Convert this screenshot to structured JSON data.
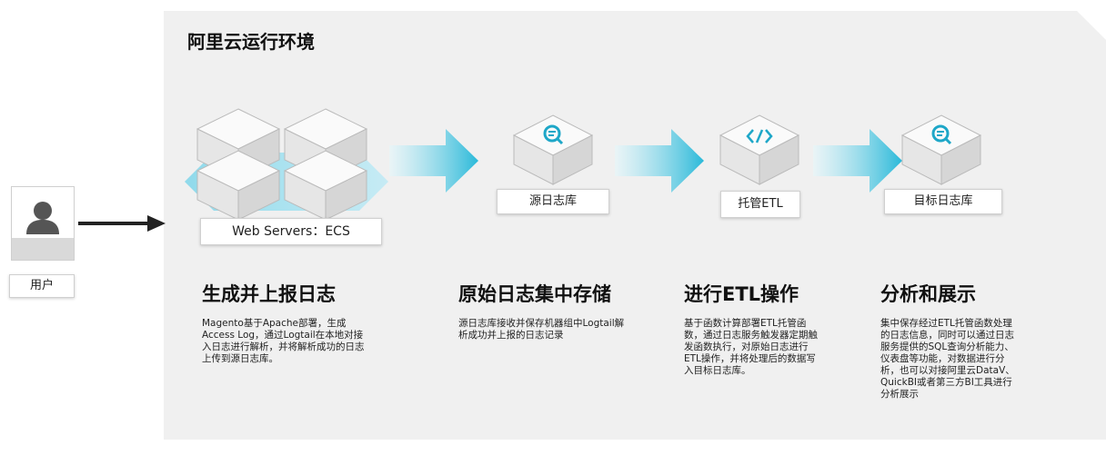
{
  "panel": {
    "title": "阿里云运行环境"
  },
  "user": {
    "label": "用户"
  },
  "web_servers": {
    "label": "Web Servers：ECS"
  },
  "nodes": [
    {
      "label": "源日志库",
      "icon": "search-icon"
    },
    {
      "label": "托管ETL",
      "icon": "etl-icon"
    },
    {
      "label": "目标日志库",
      "icon": "search-icon"
    }
  ],
  "steps": [
    {
      "heading": "生成并上报日志",
      "desc": [
        "Magento基于Apache部署，生成",
        "Access Log，通过Logtail在本地对接",
        "入日志进行解析，并将解析成功的日志",
        "上传到源日志库。"
      ]
    },
    {
      "heading": "原始日志集中存储",
      "desc": [
        "源日志库接收并保存机器组中Logtail解",
        "析成功并上报的日志记录"
      ]
    },
    {
      "heading": "进行ETL操作",
      "desc": [
        "基于函数计算部署ETL托管函",
        "数，通过日志服务触发器定期触",
        "发函数执行，对原始日志进行",
        "ETL操作，并将处理后的数据写",
        "入目标日志库。"
      ]
    },
    {
      "heading": "分析和展示",
      "desc": [
        "集中保存经过ETL托管函数处理",
        "的日志信息，同时可以通过日志",
        "服务提供的SQL查询分析能力、",
        "仪表盘等功能，对数据进行分",
        "析，也可以对接阿里云DataV、",
        "QuickBI或者第三方BI工具进行",
        "分析展示"
      ]
    }
  ],
  "colors": {
    "accent": "#1ea7c8",
    "arrow_light": "#bfe9f4",
    "arrow_dark": "#2ab9d9",
    "cube": "#f5f5f5"
  }
}
